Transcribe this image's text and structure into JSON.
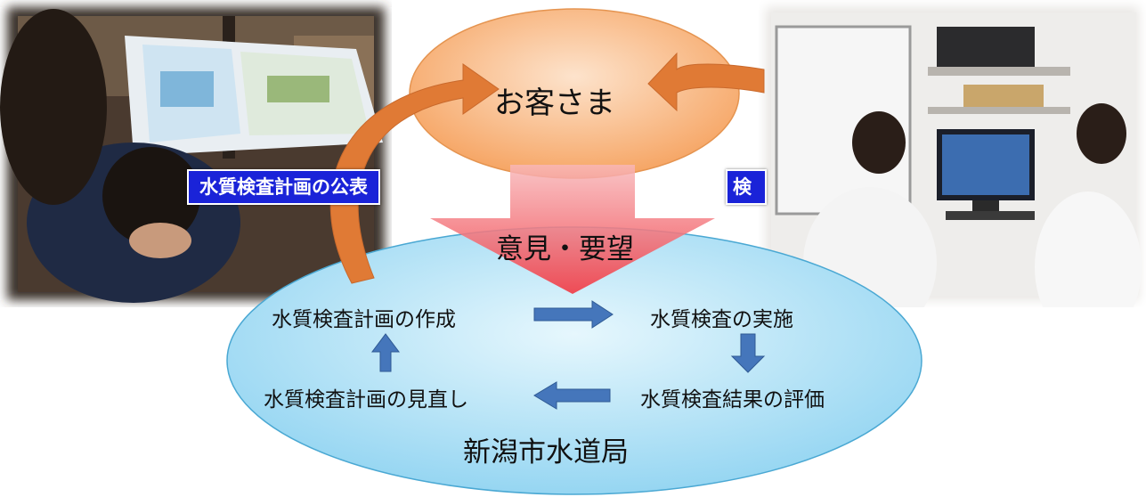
{
  "customers": "お客さま",
  "opinions": "意見・要望",
  "bureau": "新潟市水道局",
  "tags": {
    "left": "水質検査計画の公表",
    "right": "検"
  },
  "steps": {
    "create": "水質検査計画の作成",
    "implement": "水質検査の実施",
    "evaluate": "水質検査結果の評価",
    "review": "水質検査計画の見直し"
  },
  "colors": {
    "customer_ellipse": "#f9b078",
    "bureau_ellipse": "#a9def4",
    "feedback_arrow": "#f0474f",
    "curved_arrow": "#e07a35",
    "cycle_arrow": "#3f6fb2",
    "tag_bg": "#1a23d8"
  }
}
